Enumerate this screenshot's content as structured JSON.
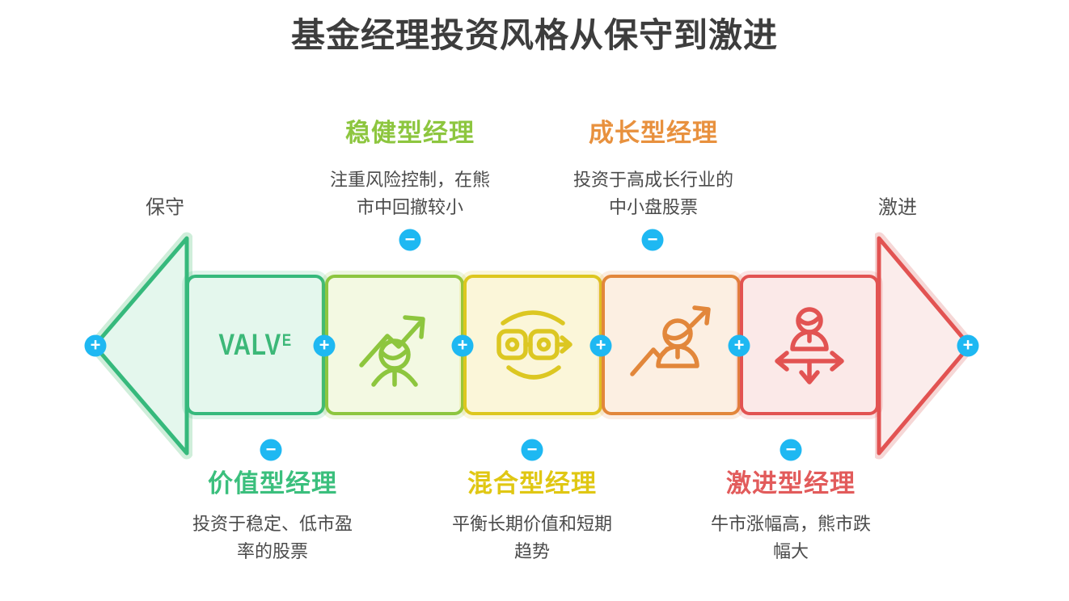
{
  "page": {
    "title": "基金经理投资风格从保守到激进"
  },
  "axis": {
    "left_label": "保守",
    "right_label": "激进"
  },
  "glyphs": {
    "plus": "+",
    "minus": "−"
  },
  "valve": {
    "main": "VALV",
    "sup": "E"
  },
  "colors": {
    "accent_blue": "#1eb8f2",
    "emerald": "#36b97c",
    "yellow_green": "#8dc63f",
    "yellow": "#ddc71f",
    "orange": "#e2873b",
    "red": "#e25352",
    "title_text": "#3d3d3d",
    "body_text": "#4b4b4b"
  },
  "managers": [
    {
      "name": "价值型经理",
      "desc": "投资于稳定、低市盈率的股票",
      "color": "#3bbf7d",
      "label_position": "bottom",
      "icon": "valve-value-icon"
    },
    {
      "name": "稳健型经理",
      "desc": "注重风险控制，在熊市中回撤较小",
      "color": "#8dc63f",
      "label_position": "top",
      "icon": "person-growth-line-icon"
    },
    {
      "name": "混合型经理",
      "desc": "平衡长期价值和短期趋势",
      "color": "#e0c713",
      "label_position": "bottom",
      "icon": "process-cycle-icon"
    },
    {
      "name": "成长型经理",
      "desc": "投资于高成长行业的中小盘股票",
      "color": "#e8913e",
      "label_position": "top",
      "icon": "person-rising-arrow-icon"
    },
    {
      "name": "激进型经理",
      "desc": "牛市涨幅高，熊市跌幅大",
      "color": "#e25b5b",
      "label_position": "bottom",
      "icon": "person-direction-arrows-icon"
    }
  ]
}
